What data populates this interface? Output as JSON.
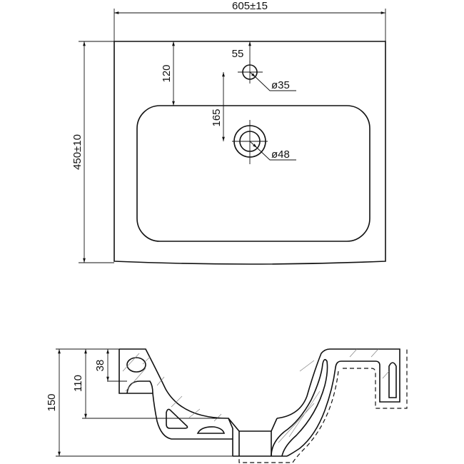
{
  "title": "Washbasin dimension drawing",
  "top_view": {
    "width_label": "605±15",
    "depth_label": "450±10",
    "tap_offset_label": "55",
    "bowl_offset_label": "120",
    "hole_spacing_label": "165",
    "tap_hole_label": "ø35",
    "drain_hole_label": "ø48"
  },
  "section_view": {
    "height_label": "150",
    "bowl_depth_label": "110",
    "rim_label": "38"
  },
  "colors": {
    "line": "#111111",
    "background": "#ffffff"
  }
}
